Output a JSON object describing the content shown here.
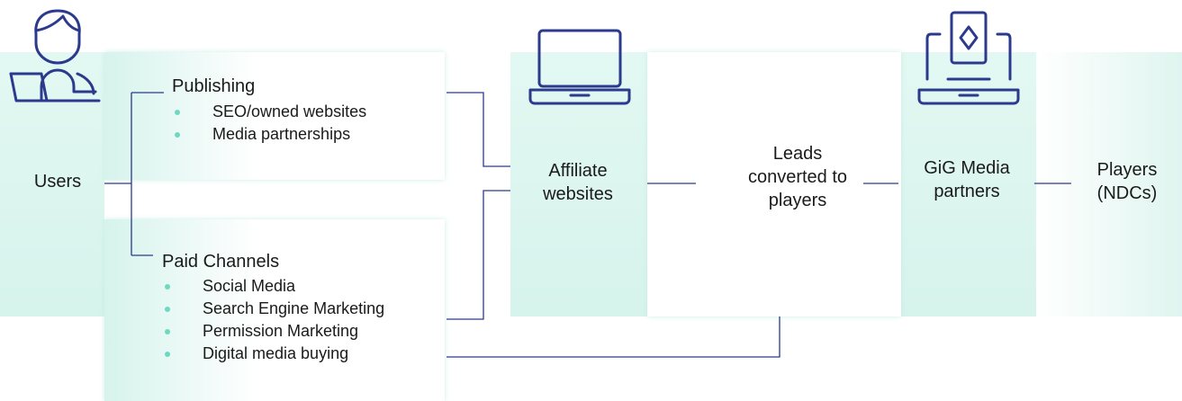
{
  "colors": {
    "accent_line": "#2b3a8c",
    "panel_tint": "#d8f5ee",
    "bullet": "#6fd8c2"
  },
  "icons": [
    "user-at-laptop-icon",
    "laptop-icon",
    "laptop-playing-card-icon"
  ],
  "nodes": {
    "users": "Users",
    "affiliate_websites": [
      "Affiliate",
      "websites"
    ],
    "leads": [
      "Leads",
      "converted to",
      "players"
    ],
    "gig_media": [
      "GiG Media",
      "partners"
    ],
    "players": [
      "Players",
      "(NDCs)"
    ]
  },
  "publishing": {
    "title": "Publishing",
    "items": [
      "SEO/owned websites",
      "Media partnerships"
    ]
  },
  "paid_channels": {
    "title": "Paid Channels",
    "items": [
      "Social Media",
      "Search Engine Marketing",
      "Permission Marketing",
      "Digital media buying"
    ]
  }
}
